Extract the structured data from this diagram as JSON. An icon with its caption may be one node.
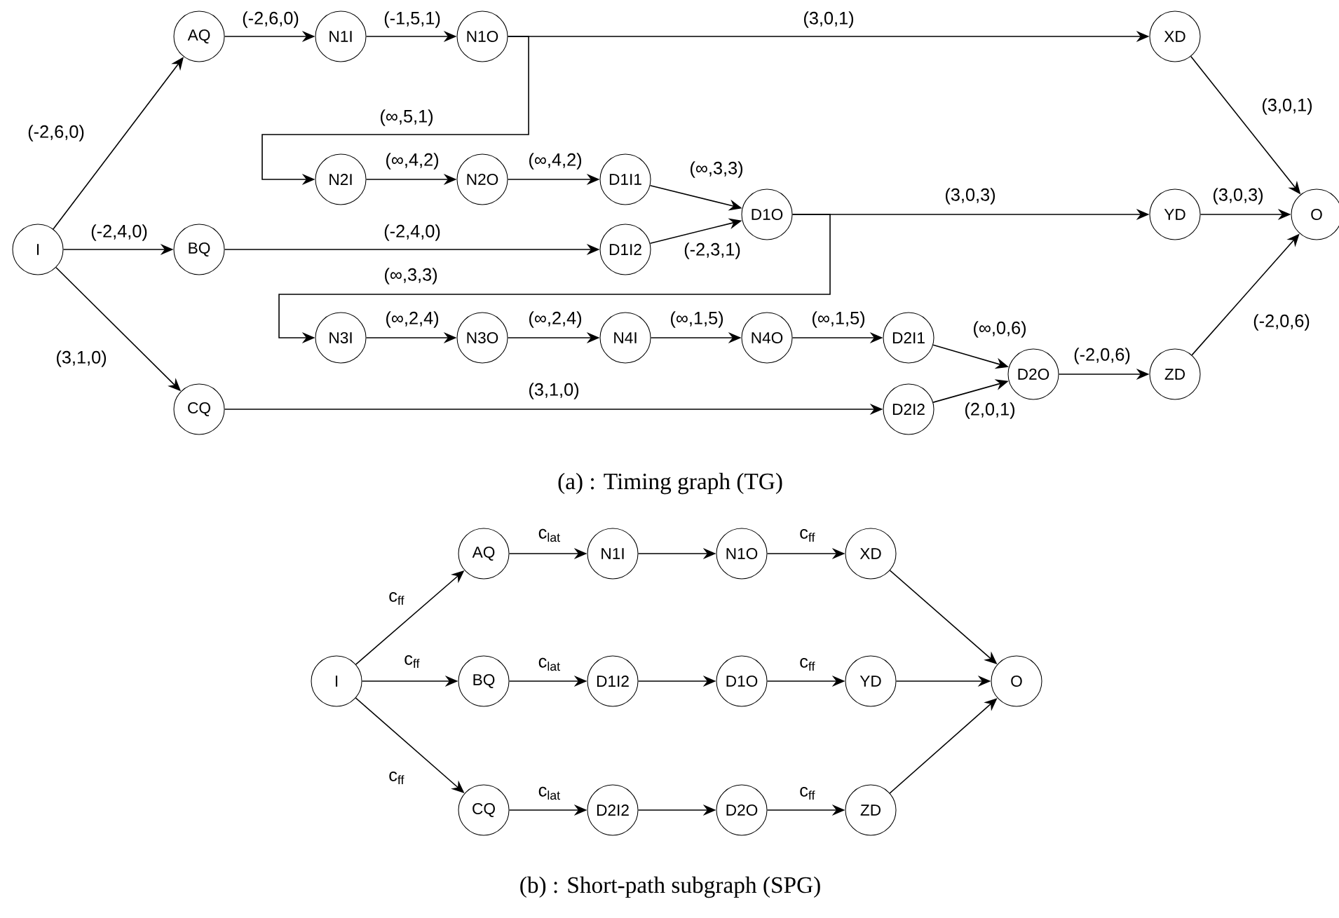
{
  "diagram": {
    "nodes": [
      {
        "text": [
          "I"
        ]
      },
      {
        "text": [
          "AQ"
        ]
      },
      {
        "text": [
          "N1I"
        ]
      },
      {
        "text": [
          "N1O"
        ]
      },
      {
        "text": [
          "XD"
        ]
      },
      {
        "text": [
          "N2I"
        ]
      },
      {
        "text": [
          "N2O"
        ]
      },
      {
        "text": [
          "D1I1"
        ]
      },
      {
        "text": [
          "BQ"
        ]
      },
      {
        "text": [
          "D1I2"
        ]
      },
      {
        "text": [
          "D1O"
        ]
      },
      {
        "text": [
          "YD"
        ]
      },
      {
        "text": [
          "O"
        ]
      },
      {
        "text": [
          "N3I"
        ]
      },
      {
        "text": [
          "N3O"
        ]
      },
      {
        "text": [
          "N4I"
        ]
      },
      {
        "text": [
          "N4O"
        ]
      },
      {
        "text": [
          "D2I1"
        ]
      },
      {
        "text": [
          "D2I2"
        ]
      },
      {
        "text": [
          "D2O"
        ]
      },
      {
        "text": [
          "ZD"
        ]
      },
      {
        "text": [
          "CQ"
        ]
      },
      {
        "text": [
          "I"
        ]
      },
      {
        "text": [
          "AQ"
        ]
      },
      {
        "text": [
          "N1I"
        ]
      },
      {
        "text": [
          "N1O"
        ]
      },
      {
        "text": [
          "XD"
        ]
      },
      {
        "text": [
          "BQ"
        ]
      },
      {
        "text": [
          "D1I2"
        ]
      },
      {
        "text": [
          "D1O"
        ]
      },
      {
        "text": [
          "YD"
        ]
      },
      {
        "text": [
          "O"
        ]
      },
      {
        "text": [
          "CQ"
        ]
      },
      {
        "text": [
          "D2I2"
        ]
      },
      {
        "text": [
          "D2O"
        ]
      },
      {
        "text": [
          "ZD"
        ]
      }
    ],
    "edges": [
      {
        "from": 0,
        "to": 1,
        "arrow": "to",
        "label": "(-2,6,0)"
      },
      {
        "from": 0,
        "to": 8,
        "arrow": "to",
        "label": "(-2,4,0)"
      },
      {
        "from": 0,
        "to": 21,
        "arrow": "to",
        "label": "(3,1,0)"
      },
      {
        "from": 1,
        "to": 2,
        "arrow": "to",
        "label": "(-2,6,0)"
      },
      {
        "from": 2,
        "to": 3,
        "arrow": "to",
        "label": "(-1,5,1)"
      },
      {
        "from": 3,
        "to": 4,
        "arrow": "to",
        "label": "(3,0,1)"
      },
      {
        "from": 3,
        "to": 5,
        "arrow": "to",
        "label": "(∞,5,1)"
      },
      {
        "from": 5,
        "to": 6,
        "arrow": "to",
        "label": "(∞,4,2)"
      },
      {
        "from": 6,
        "to": 7,
        "arrow": "to",
        "label": "(∞,4,2)"
      },
      {
        "from": 7,
        "to": 10,
        "arrow": "to",
        "label": "(∞,3,3)"
      },
      {
        "from": 8,
        "to": 9,
        "arrow": "to",
        "label": "(-2,4,0)"
      },
      {
        "from": 9,
        "to": 10,
        "arrow": "to",
        "label": "(-2,3,1)"
      },
      {
        "from": 10,
        "to": 11,
        "arrow": "to",
        "label": "(3,0,3)"
      },
      {
        "from": 10,
        "to": 13,
        "arrow": "to",
        "label": "(∞,3,3)"
      },
      {
        "from": 13,
        "to": 14,
        "arrow": "to",
        "label": "(∞,2,4)"
      },
      {
        "from": 14,
        "to": 15,
        "arrow": "to",
        "label": "(∞,2,4)"
      },
      {
        "from": 15,
        "to": 16,
        "arrow": "to",
        "label": "(∞,1,5)"
      },
      {
        "from": 16,
        "to": 17,
        "arrow": "to",
        "label": "(∞,1,5)"
      },
      {
        "from": 17,
        "to": 19,
        "arrow": "to",
        "label": "(∞,0,6)"
      },
      {
        "from": 18,
        "to": 19,
        "arrow": "to",
        "label": "(2,0,1)"
      },
      {
        "from": 19,
        "to": 20,
        "arrow": "to",
        "label": "(-2,0,6)"
      },
      {
        "from": 21,
        "to": 18,
        "arrow": "to",
        "label": "(3,1,0)"
      },
      {
        "from": 4,
        "to": 12,
        "arrow": "to",
        "label": "(3,0,1)"
      },
      {
        "from": 11,
        "to": 12,
        "arrow": "to",
        "label": "(3,0,3)"
      },
      {
        "from": 20,
        "to": 12,
        "arrow": "to",
        "label": "(-2,0,6)"
      },
      {
        "from": 22,
        "to": 23,
        "arrow": "to",
        "label": "c$_{ff}$"
      },
      {
        "from": 22,
        "to": 27,
        "arrow": "to",
        "label": "c$_{ff}$"
      },
      {
        "from": 22,
        "to": 32,
        "arrow": "to",
        "label": "c$_{ff}$"
      },
      {
        "from": 23,
        "to": 24,
        "arrow": "to",
        "label": "c$_{lat}$"
      },
      {
        "from": 24,
        "to": 25,
        "arrow": "to"
      },
      {
        "from": 25,
        "to": 26,
        "arrow": "to",
        "label": "c$_{ff}$"
      },
      {
        "from": 26,
        "to": 31,
        "arrow": "to"
      },
      {
        "from": 27,
        "to": 28,
        "arrow": "to",
        "label": "c$_{lat}$"
      },
      {
        "from": 28,
        "to": 29,
        "arrow": "to"
      },
      {
        "from": 29,
        "to": 30,
        "arrow": "to",
        "label": "c$_{ff}$"
      },
      {
        "from": 30,
        "to": 31,
        "arrow": "to"
      },
      {
        "from": 32,
        "to": 33,
        "arrow": "to",
        "label": "c$_{lat}$"
      },
      {
        "from": 33,
        "to": 34,
        "arrow": "to"
      },
      {
        "from": 34,
        "to": 35,
        "arrow": "to",
        "label": "c$_{ff}$"
      },
      {
        "from": 35,
        "to": 31,
        "arrow": "to"
      }
    ],
    "labels": [
      "(a) : Timing graph (TG)",
      "(b) : Short-path subgraph (SPG)"
    ]
  }
}
